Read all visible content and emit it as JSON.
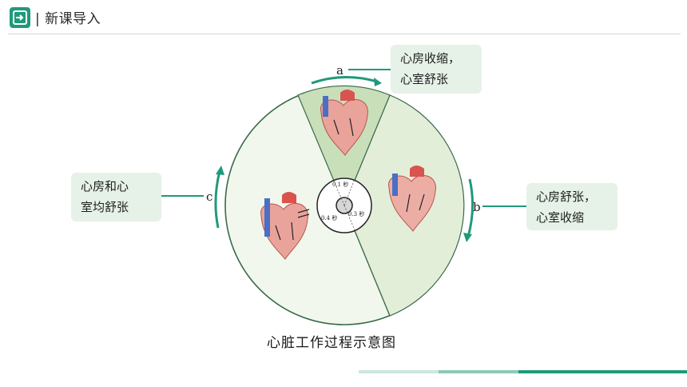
{
  "header": {
    "title": "| 新课导入"
  },
  "diagram": {
    "label_a": "a",
    "label_b": "b",
    "label_c": "c",
    "time_a": "0.1 秒",
    "time_b": "0.3 秒",
    "time_c": "0.4 秒",
    "box_a": [
      "心房收缩，",
      "心室舒张"
    ],
    "box_b": [
      "心房舒张，",
      "心室收缩"
    ],
    "box_c": [
      "心房和心",
      "室均舒张"
    ],
    "caption": "心脏工作过程示意图"
  },
  "colors": {
    "accent": "#1f9a7a",
    "sector_a": "#c9dfba",
    "sector_b": "#e3eed9",
    "sector_c": "#f1f7ec",
    "label_box": "#e6f2e7"
  }
}
